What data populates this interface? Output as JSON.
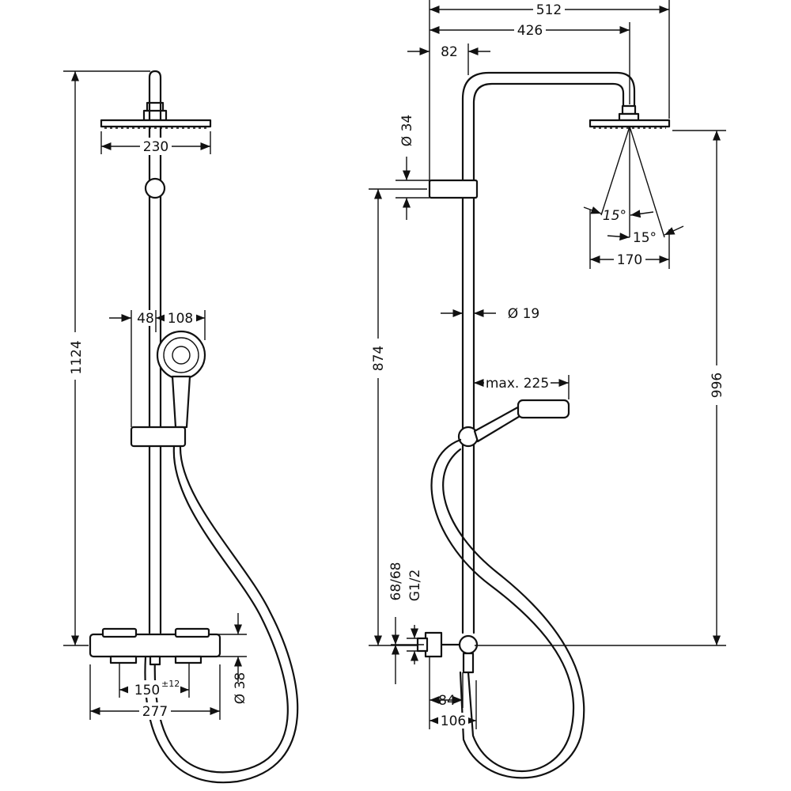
{
  "front_view": {
    "overall_height": "1124",
    "head_width": "230",
    "handshower_offset": "48",
    "handshower_diameter": "108",
    "mixer_centers": "150",
    "mixer_centers_tol": "±12",
    "mixer_width": "277",
    "mixer_diameter": "Ø 38"
  },
  "side_view": {
    "overall_projection": "512",
    "arm_projection": "426",
    "wall_offset": "82",
    "bracket_diameter": "Ø 34",
    "rail_diameter": "Ø 19",
    "bracket_height": "874",
    "head_height": "996",
    "head_diameter": "170",
    "spray_angle_1": "15°",
    "spray_angle_2": "15°",
    "hose_reach": "max. 225",
    "connection_spacing": "68/68",
    "thread": "G1/2",
    "depth_1": "84",
    "depth_2": "106"
  }
}
